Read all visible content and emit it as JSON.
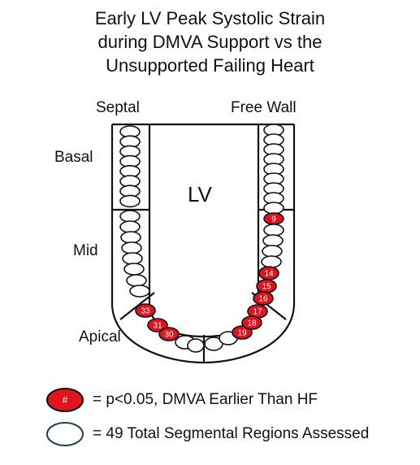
{
  "title": {
    "line1": "Early LV Peak Systolic Strain",
    "line2": "during DMVA Support vs the",
    "line3": "Unsupported Failing Heart"
  },
  "labels": {
    "septal": "Septal",
    "free_wall": "Free Wall",
    "basal": "Basal",
    "mid": "Mid",
    "apical": "Apical",
    "lv": "LV"
  },
  "significant_segments": [
    "9",
    "14",
    "15",
    "16",
    "17",
    "18",
    "19",
    "30",
    "31",
    "33"
  ],
  "legend": {
    "significant_symbol": "#",
    "significant_text": "= p<0.05, DMVA Earlier Than HF",
    "total_text": "= 49 Total Segmental Regions Assessed"
  },
  "colors": {
    "significant_fill": "#e0141e",
    "outline": "#111111",
    "legend_ring": "#1f3f5a"
  }
}
